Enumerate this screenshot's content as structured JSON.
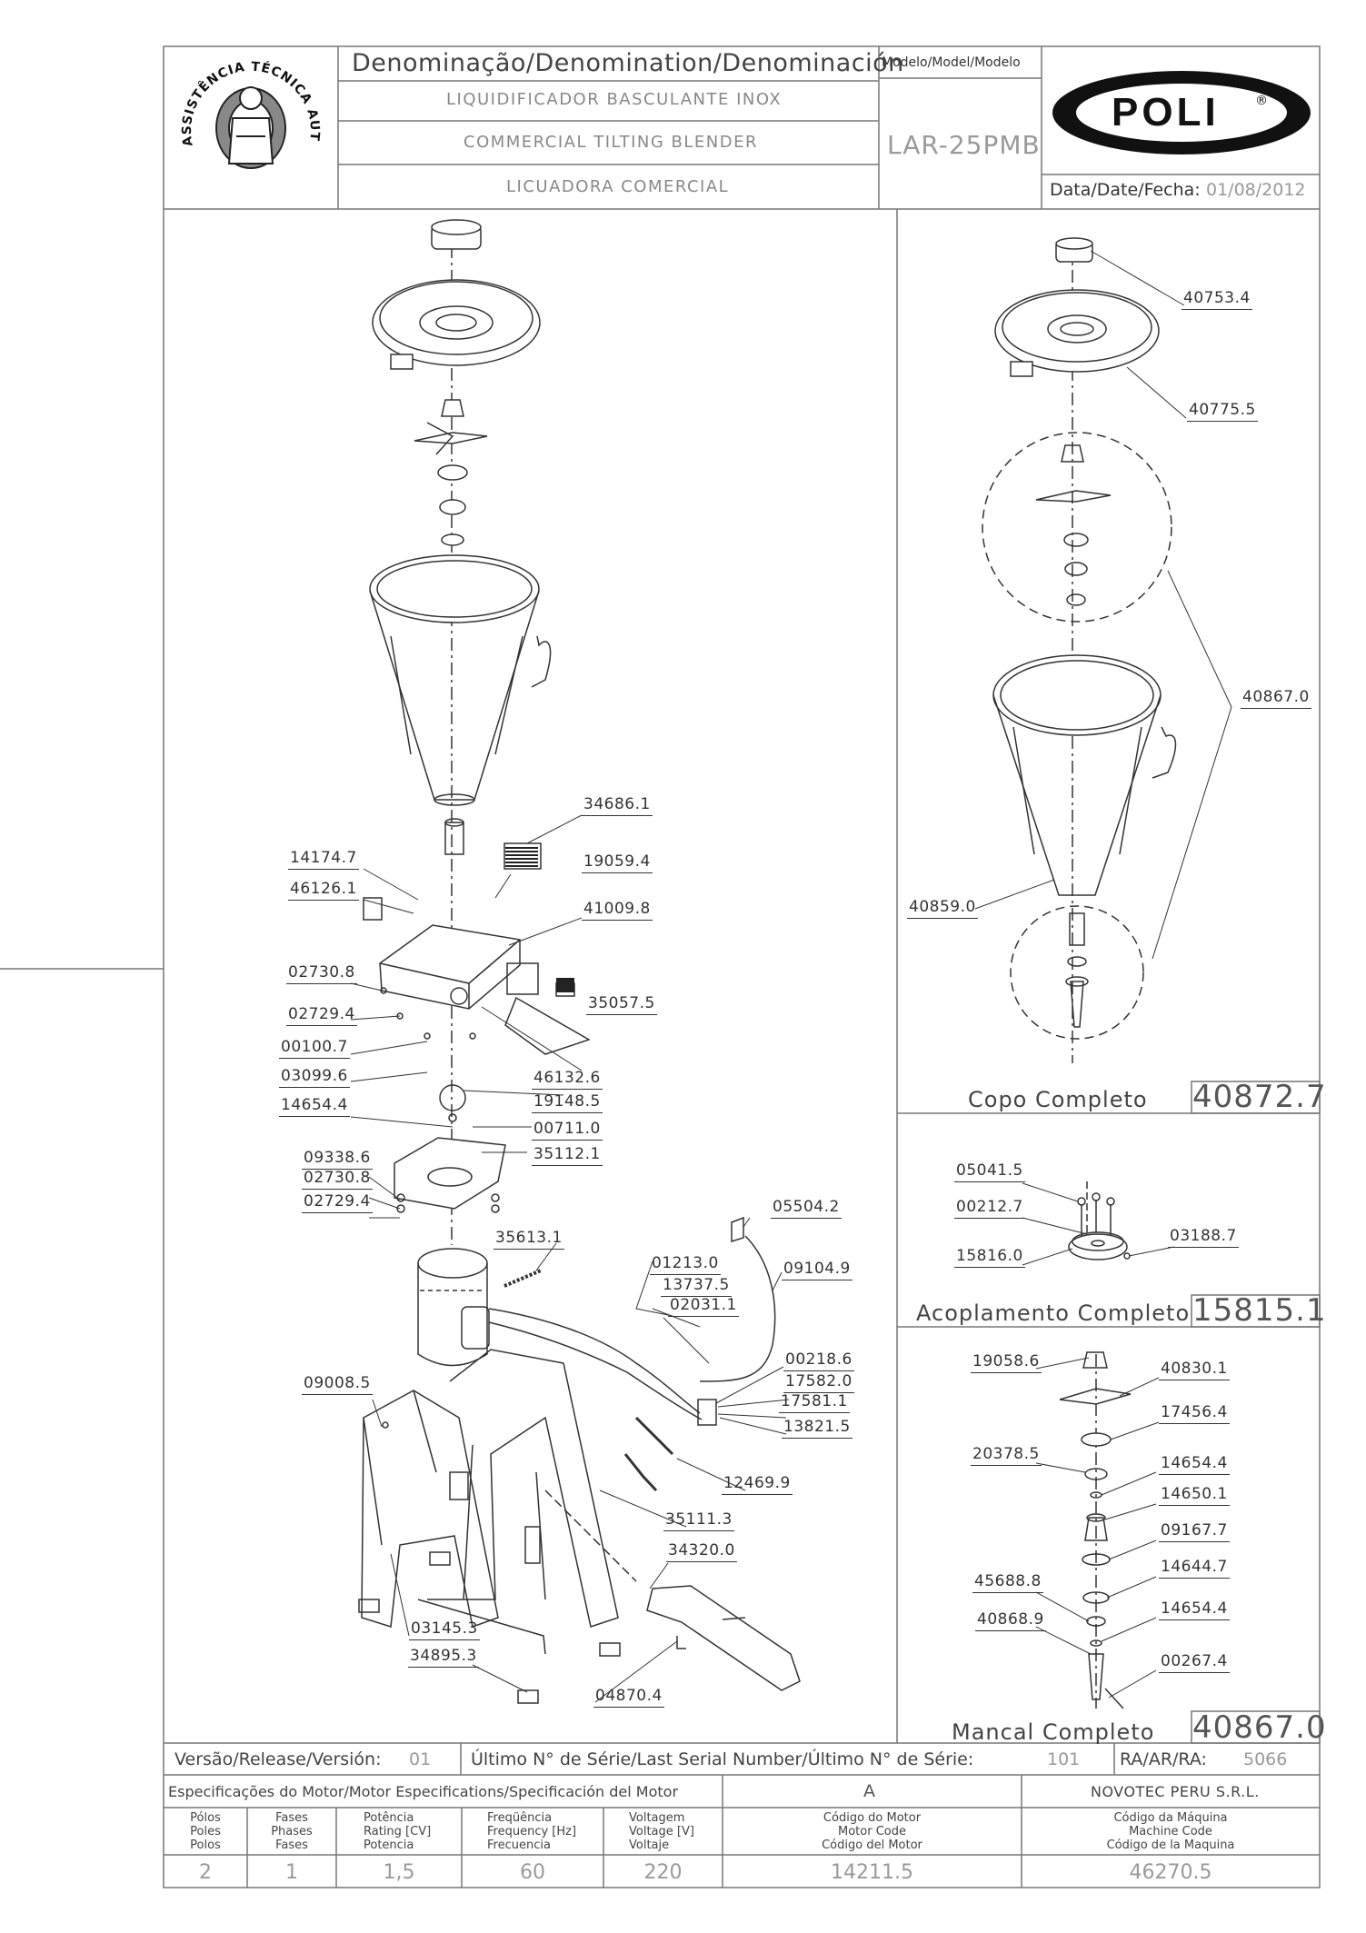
{
  "header": {
    "denomination_label": "Denominação/Denomination/Denominación",
    "name_pt": "LIQUIDIFICADOR BASCULANTE INOX",
    "name_en": "COMMERCIAL TILTING BLENDER",
    "name_es": "LICUADORA COMERCIAL",
    "model_label": "Modelo/Model/Modelo",
    "model_value": "LAR-25PMB",
    "brand": "POLI",
    "brand_mark": "®",
    "date_label": "Data/Date/Fecha:",
    "date_value": "01/08/2012",
    "seal_text": "ASSISTÊNCIA TÉCNICA AUTORIZADA"
  },
  "sections": {
    "cup": {
      "title": "Copo Completo",
      "code": "40872.7"
    },
    "coupling": {
      "title": "Acoplamento Completo",
      "code": "15815.1"
    },
    "bearing": {
      "title": "Mancal Completo",
      "code": "40867.0"
    }
  },
  "main_parts": [
    "34686.1",
    "14174.7",
    "19059.4",
    "46126.1",
    "41009.8",
    "02730.8",
    "35057.5",
    "02729.4",
    "00100.7",
    "46132.6",
    "03099.6",
    "19148.5",
    "14654.4",
    "00711.0",
    "09338.6",
    "35112.1",
    "02730.8",
    "02729.4",
    "05504.2",
    "35613.1",
    "01213.0",
    "09104.9",
    "13737.5",
    "02031.1",
    "00218.6",
    "17582.0",
    "17581.1",
    "09008.5",
    "13821.5",
    "12469.9",
    "35111.3",
    "34320.0",
    "03145.3",
    "34895.3",
    "04870.4"
  ],
  "cup_parts": [
    "40753.4",
    "40775.5",
    "40867.0",
    "40859.0"
  ],
  "coupling_parts": [
    "05041.5",
    "00212.7",
    "03188.7",
    "15816.0"
  ],
  "bearing_parts": [
    "19058.6",
    "40830.1",
    "17456.4",
    "20378.5",
    "14654.4",
    "14650.1",
    "09167.7",
    "14644.7",
    "45688.8",
    "14654.4",
    "40868.9",
    "00267.4"
  ],
  "footer": {
    "version_label": "Versão/Release/Versión:",
    "version_value": "01",
    "serial_label": "Último N° de Série/Last Serial Number/Último N° de Série:",
    "serial_value": "101",
    "ra_label": "RA/AR/RA:",
    "ra_value": "5066",
    "motor_spec_label": "Especificações do Motor/Motor Especifications/Specificación del Motor",
    "motor_letter": "A",
    "company": "NOVOTEC PERU S.R.L.",
    "col_poles": "Pólos\nPoles\nPolos",
    "col_phases": "Fases\nPhases\nFases",
    "col_power": "Potência\nRating [CV]\nPotencia",
    "col_freq": "Freqüência\nFrequency [Hz]\nFrecuencia",
    "col_voltage": "Voltagem\nVoltage [V]\nVoltaje",
    "col_motor_code": "Código do Motor\nMotor Code\nCódigo del Motor",
    "col_machine_code": "Código da Máquina\nMachine Code\nCódigo de la Maquina",
    "poles": "2",
    "phases": "1",
    "power": "1,5",
    "frequency": "60",
    "voltage": "220",
    "motor_code": "14211.5",
    "machine_code": "46270.5"
  }
}
